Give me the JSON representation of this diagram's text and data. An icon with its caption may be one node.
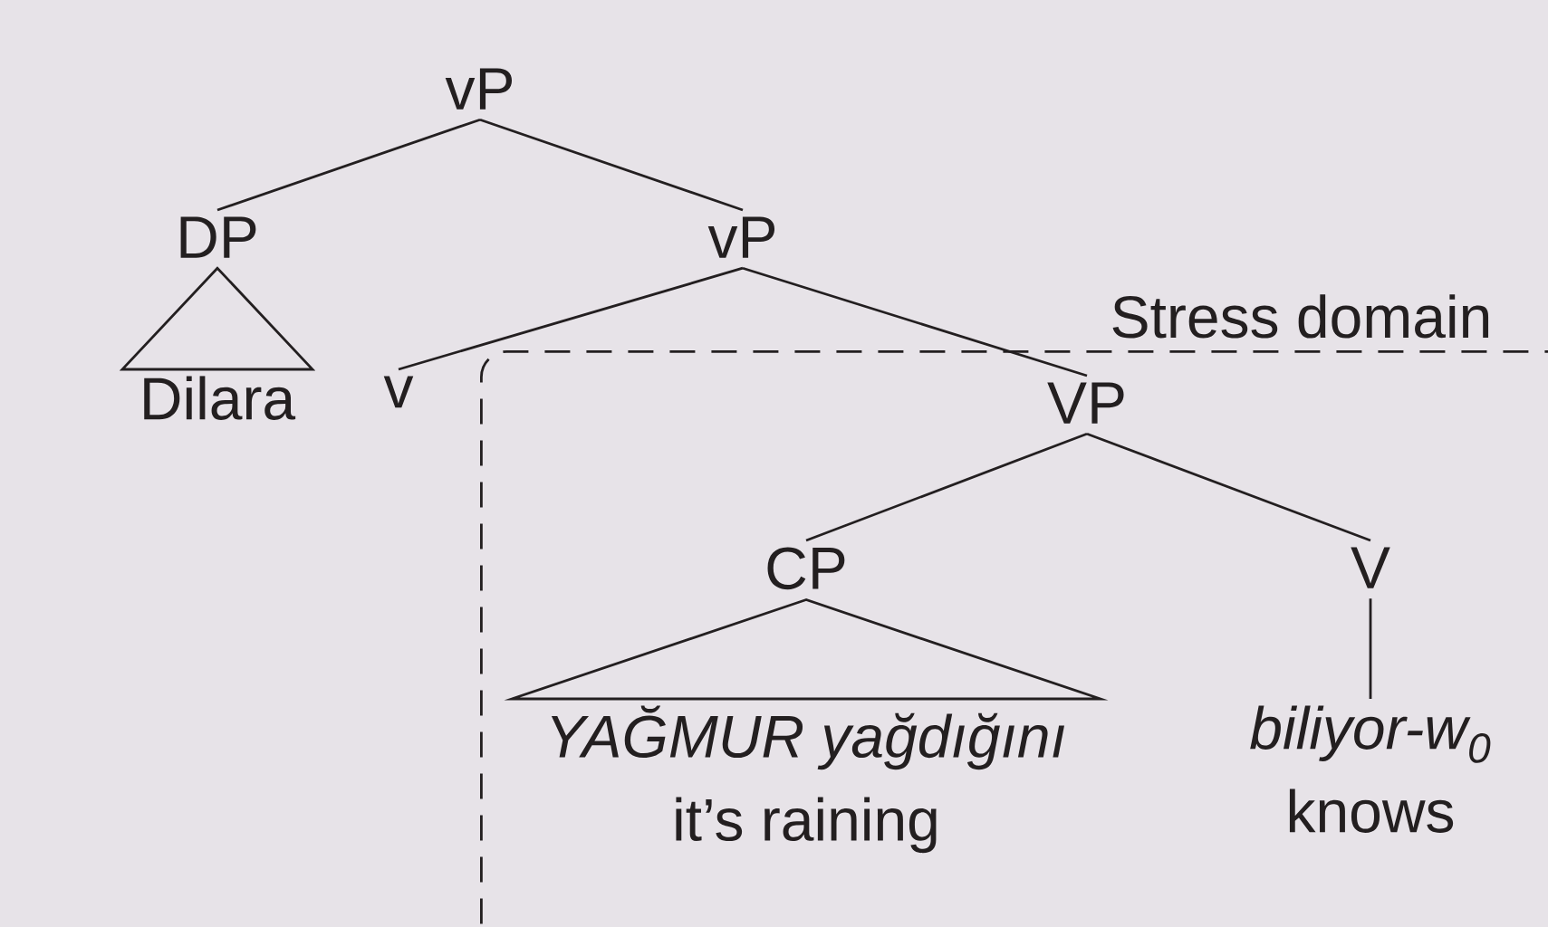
{
  "diagram": {
    "nodes": [
      {
        "text": [
          "vP"
        ]
      },
      {
        "text": [
          "DP"
        ]
      },
      {
        "text": [
          "vP"
        ]
      },
      {
        "text": [
          "Stress domain"
        ]
      },
      {
        "text": [
          "Dilara"
        ]
      },
      {
        "text": [
          "v"
        ]
      },
      {
        "text": [
          "VP"
        ],
        "in": 3
      },
      {
        "text": [
          "CP"
        ],
        "in": 3
      },
      {
        "text": [
          "V"
        ],
        "in": 3
      },
      {
        "text": [
          "YAĞMUR yağdığını",
          "it’s raining"
        ],
        "in": 3
      },
      {
        "text": [
          "biliyor-w$_{0}$",
          "knows"
        ],
        "in": 3
      }
    ],
    "edges": [
      {
        "from": 0,
        "to": 1,
        "arrow": "none"
      },
      {
        "from": 0,
        "to": 2,
        "arrow": "none"
      },
      {
        "from": 1,
        "to": 4,
        "arrow": "none"
      },
      {
        "from": 2,
        "to": 5,
        "arrow": "none"
      },
      {
        "from": 2,
        "to": 6,
        "arrow": "none"
      },
      {
        "from": 6,
        "to": 7,
        "arrow": "none"
      },
      {
        "from": 6,
        "to": 8,
        "arrow": "none"
      },
      {
        "from": 7,
        "to": 9,
        "arrow": "none"
      },
      {
        "from": 8,
        "to": 10,
        "arrow": "none"
      }
    ]
  }
}
